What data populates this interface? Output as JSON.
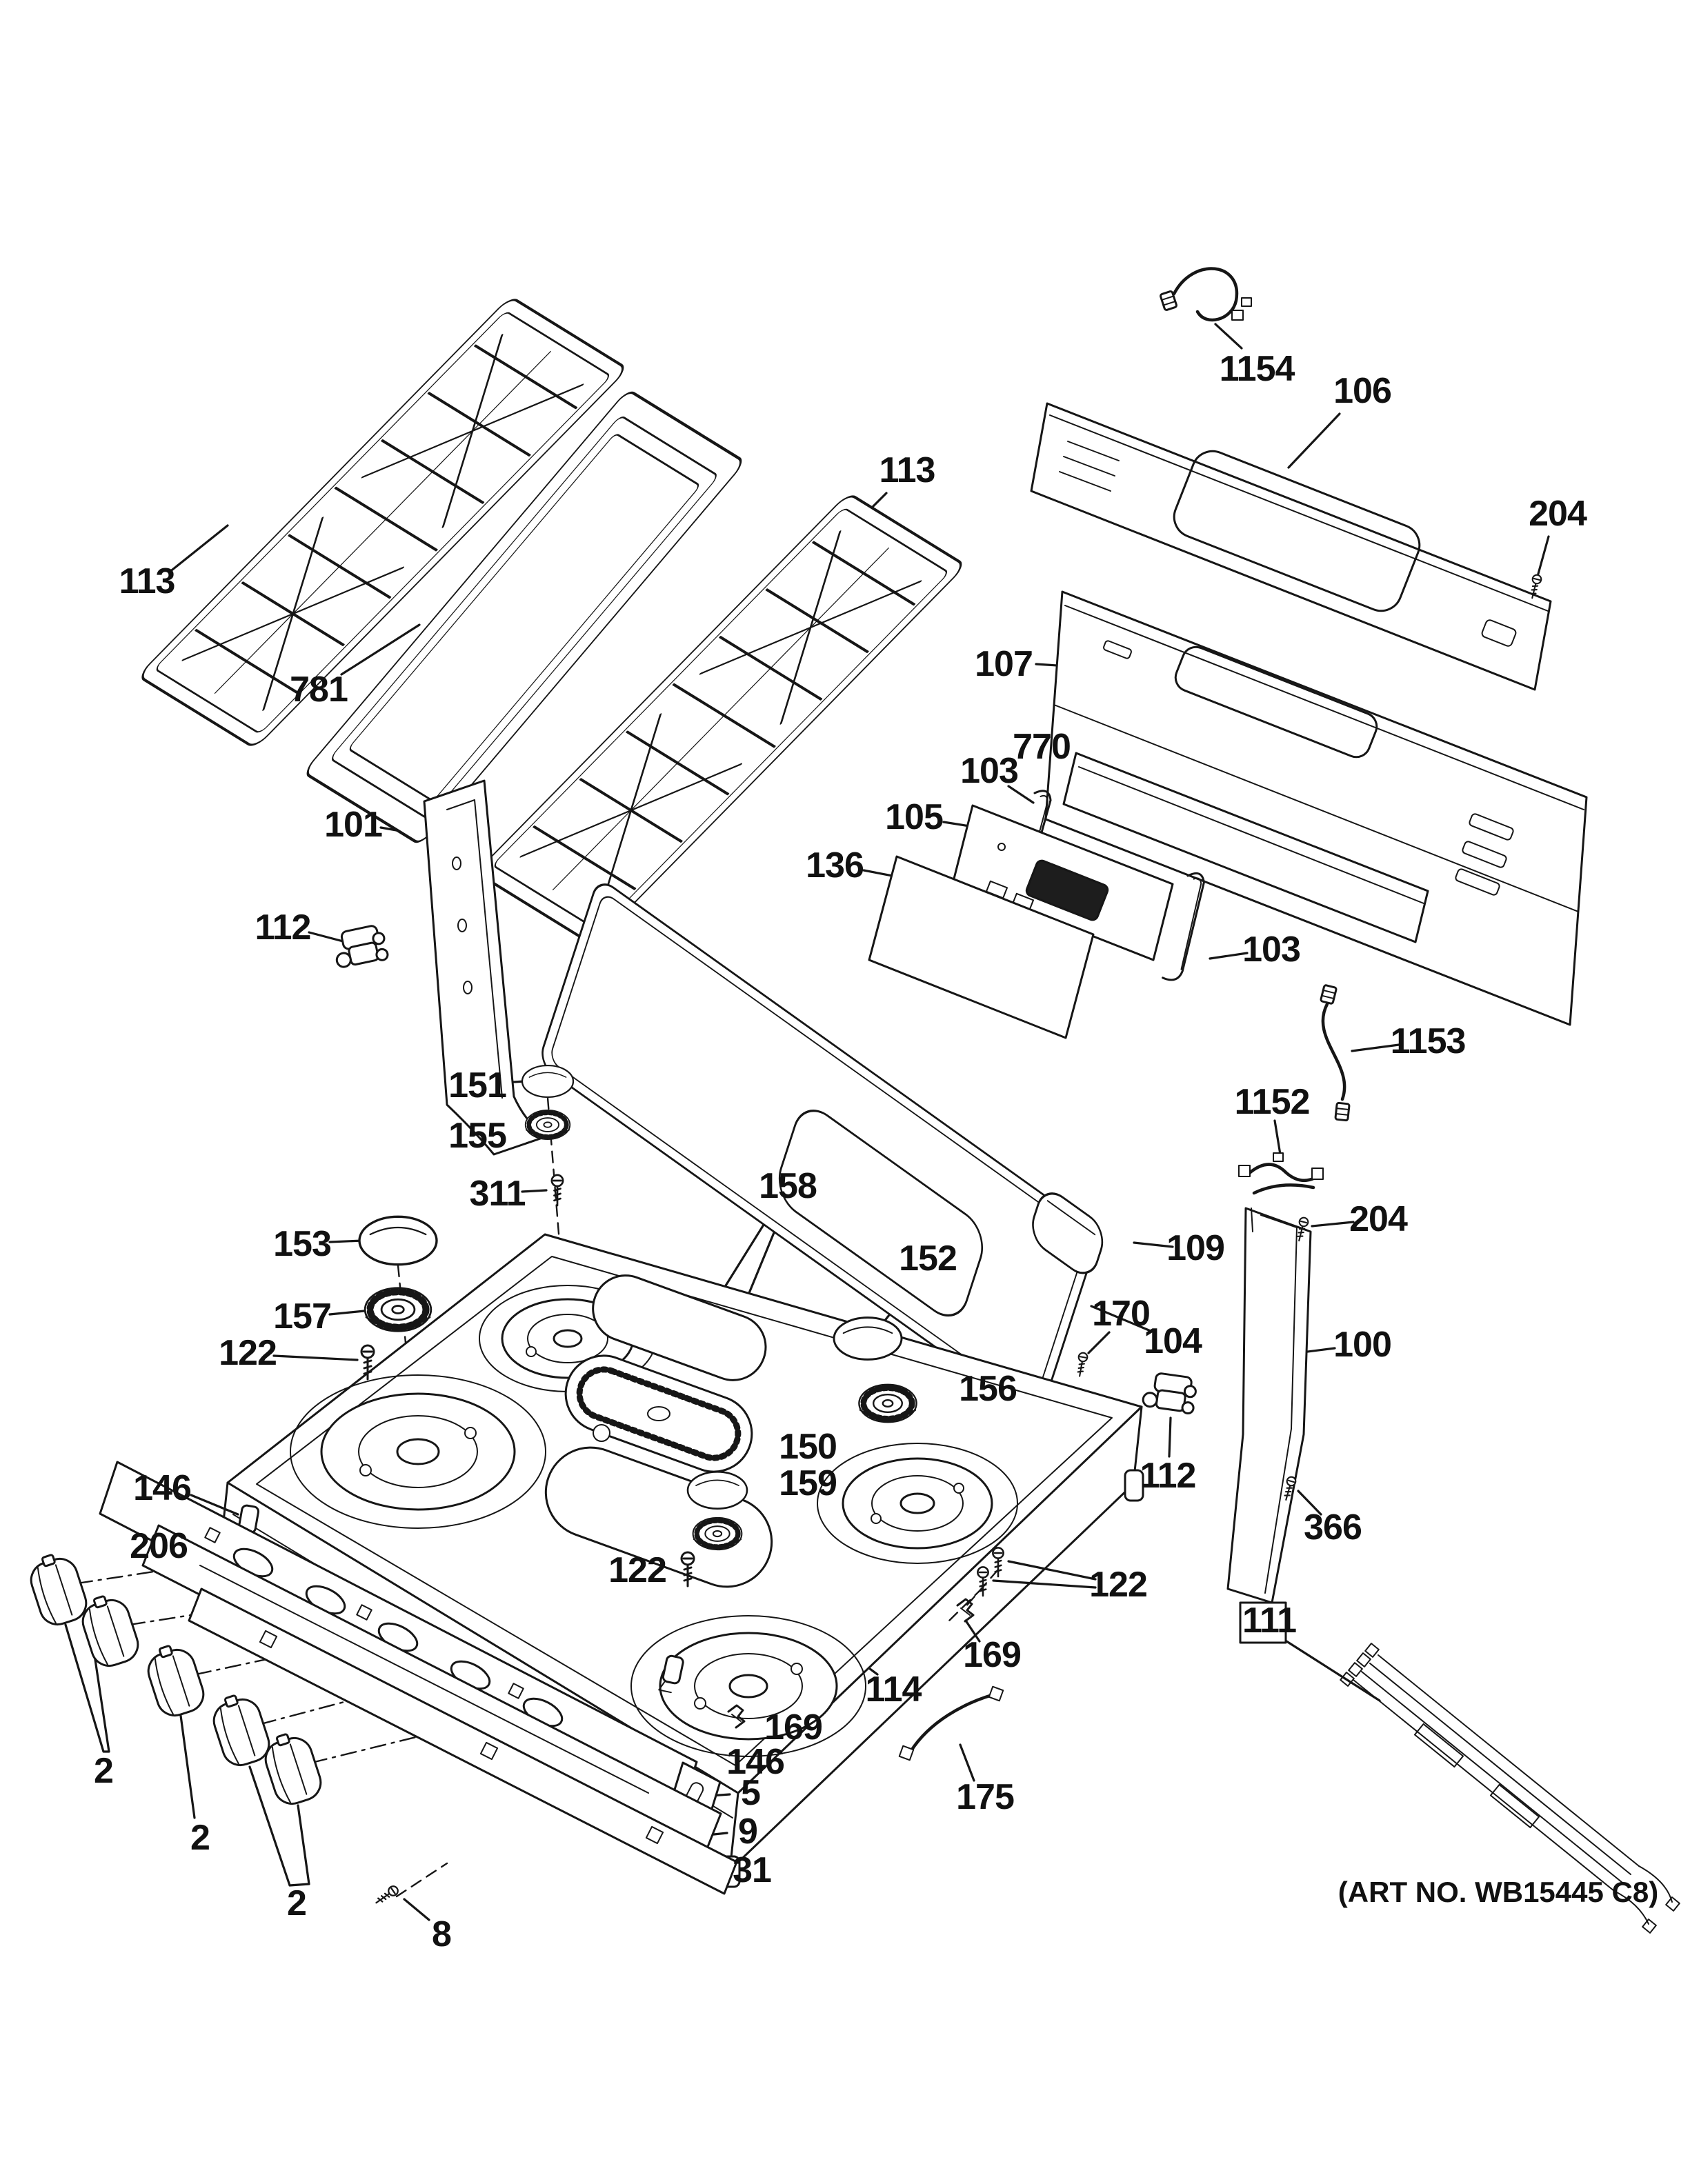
{
  "figure": {
    "art_no": "(ART NO. WB15445 C8)"
  },
  "callouts": [
    {
      "ref": "grate-left",
      "text": "113"
    },
    {
      "ref": "griddle",
      "text": "781"
    },
    {
      "ref": "grate-right",
      "text": "113"
    },
    {
      "ref": "harness-1154",
      "text": "1154"
    },
    {
      "ref": "rear-panel-upper",
      "text": "106"
    },
    {
      "ref": "screw-204-rear",
      "text": "204"
    },
    {
      "ref": "rear-panel",
      "text": "107"
    },
    {
      "ref": "deflector-770",
      "text": "770"
    },
    {
      "ref": "bracket-103-left",
      "text": "103"
    },
    {
      "ref": "control-board-105",
      "text": "105"
    },
    {
      "ref": "control-overlay-136",
      "text": "136"
    },
    {
      "ref": "side-trim-left-101",
      "text": "101"
    },
    {
      "ref": "bracket-112-left",
      "text": "112"
    },
    {
      "ref": "bracket-103-right",
      "text": "103"
    },
    {
      "ref": "harness-1153",
      "text": "1153"
    },
    {
      "ref": "harness-1152",
      "text": "1152"
    },
    {
      "ref": "backsplash-cap-109",
      "text": "109"
    },
    {
      "ref": "backsplash-104",
      "text": "104"
    },
    {
      "ref": "screw-204-mid",
      "text": "204"
    },
    {
      "ref": "screw-170",
      "text": "170"
    },
    {
      "ref": "side-trim-right-100",
      "text": "100"
    },
    {
      "ref": "bracket-112-right",
      "text": "112"
    },
    {
      "ref": "screw-366",
      "text": "366"
    },
    {
      "ref": "burner-cap-151",
      "text": "151"
    },
    {
      "ref": "burner-head-155",
      "text": "155"
    },
    {
      "ref": "screw-311",
      "text": "311"
    },
    {
      "ref": "burner-cap-153",
      "text": "153"
    },
    {
      "ref": "burner-head-157",
      "text": "157"
    },
    {
      "ref": "screw-122-left",
      "text": "122"
    },
    {
      "ref": "oval-burner-158",
      "text": "158"
    },
    {
      "ref": "burner-cap-152",
      "text": "152"
    },
    {
      "ref": "burner-head-156",
      "text": "156"
    },
    {
      "ref": "burner-cap-150",
      "text": "150"
    },
    {
      "ref": "burner-head-159",
      "text": "159"
    },
    {
      "ref": "screw-122-center",
      "text": "122"
    },
    {
      "ref": "screw-122-right",
      "text": "122"
    },
    {
      "ref": "clip-146-left",
      "text": "146"
    },
    {
      "ref": "screw-206",
      "text": "206"
    },
    {
      "ref": "harness-111",
      "text": "111"
    },
    {
      "ref": "clip-169-upper",
      "text": "169"
    },
    {
      "ref": "main-top-114",
      "text": "114"
    },
    {
      "ref": "clip-169-lower",
      "text": "169"
    },
    {
      "ref": "clip-146-front",
      "text": "146"
    },
    {
      "ref": "igniter-wire-175",
      "text": "175"
    },
    {
      "ref": "knobs-left-pair",
      "text": "2"
    },
    {
      "ref": "knob-middle",
      "text": "2"
    },
    {
      "ref": "knobs-right-pair",
      "text": "2"
    },
    {
      "ref": "end-cap-5",
      "text": "5"
    },
    {
      "ref": "manifold-panel-9",
      "text": "9"
    },
    {
      "ref": "screw-8",
      "text": "8"
    },
    {
      "ref": "lower-panel-31",
      "text": "31"
    }
  ]
}
